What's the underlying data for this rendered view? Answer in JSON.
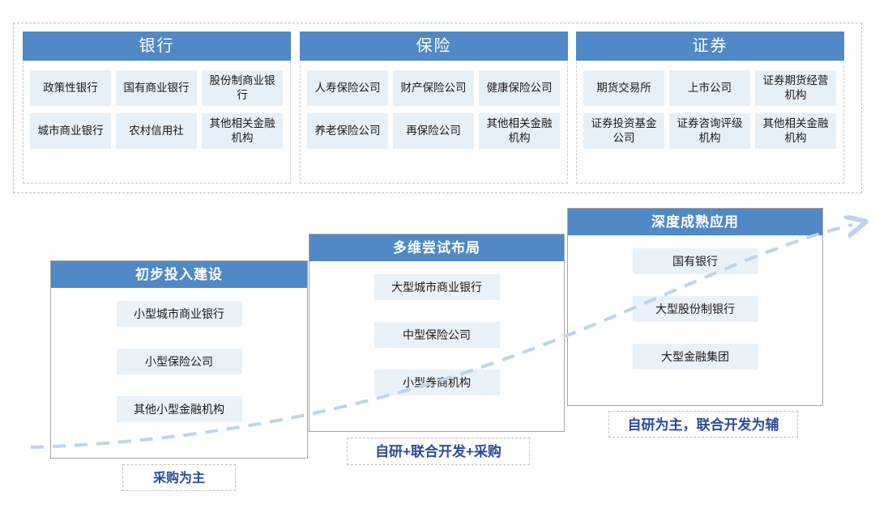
{
  "top_section": {
    "groups": [
      {
        "title": "银行",
        "cells": [
          "政策性银行",
          "国有商业银行",
          "股份制商业银行",
          "城市商业银行",
          "农村信用社",
          "其他相关金融机构"
        ]
      },
      {
        "title": "保险",
        "cells": [
          "人寿保险公司",
          "财产保险公司",
          "健康保险公司",
          "养老保险公司",
          "再保险公司",
          "其他相关金融机构"
        ]
      },
      {
        "title": "证券",
        "cells": [
          "期货交易所",
          "上市公司",
          "证券期货经营机构",
          "证券投资基金公司",
          "证券咨询评级机构",
          "其他相关金融机构"
        ]
      }
    ]
  },
  "stages": [
    {
      "title": "初步投入建设",
      "cells": [
        "小型城市商业银行",
        "小型保险公司",
        "其他小型金融机构"
      ],
      "caption": "采购为主"
    },
    {
      "title": "多维尝试布局",
      "cells": [
        "大型城市商业银行",
        "中型保险公司",
        "小型券商机构"
      ],
      "caption": "自研+联合开发+采购"
    },
    {
      "title": "深度成熟应用",
      "cells": [
        "国有银行",
        "大型股份制银行",
        "大型金融集团"
      ],
      "caption": "自研为主，联合开发为辅"
    }
  ],
  "colors": {
    "header_blue": "#5089c6",
    "cell_blue": "#e6f0f8",
    "caption_text": "#2a4b9b",
    "arrow_blue": "#bcd4ee"
  }
}
